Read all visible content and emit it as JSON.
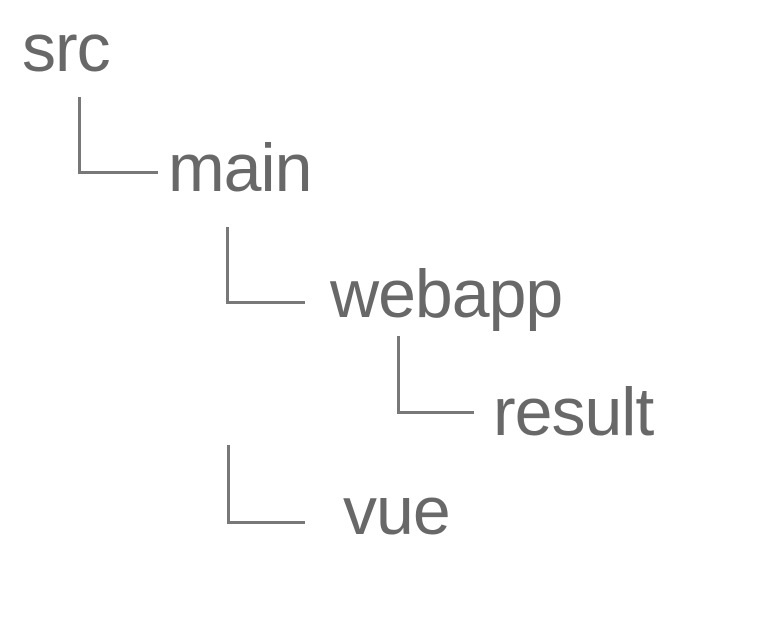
{
  "diagram": {
    "type": "directory-tree",
    "background": "#ffffff",
    "text_color": "#686868",
    "line_color": "#787878",
    "nodes": [
      {
        "id": "src",
        "label": "src",
        "parent": null,
        "depth": 0
      },
      {
        "id": "main",
        "label": "main",
        "parent": "src",
        "depth": 1
      },
      {
        "id": "webapp",
        "label": "webapp",
        "parent": "main",
        "depth": 2
      },
      {
        "id": "result",
        "label": "result",
        "parent": "webapp",
        "depth": 3
      },
      {
        "id": "vue",
        "label": "vue",
        "parent": "main",
        "depth": 2
      }
    ],
    "connectors": [
      {
        "from": "src",
        "to": "main"
      },
      {
        "from": "main",
        "to": "webapp"
      },
      {
        "from": "webapp",
        "to": "result"
      },
      {
        "from": "main",
        "to": "vue"
      }
    ]
  }
}
